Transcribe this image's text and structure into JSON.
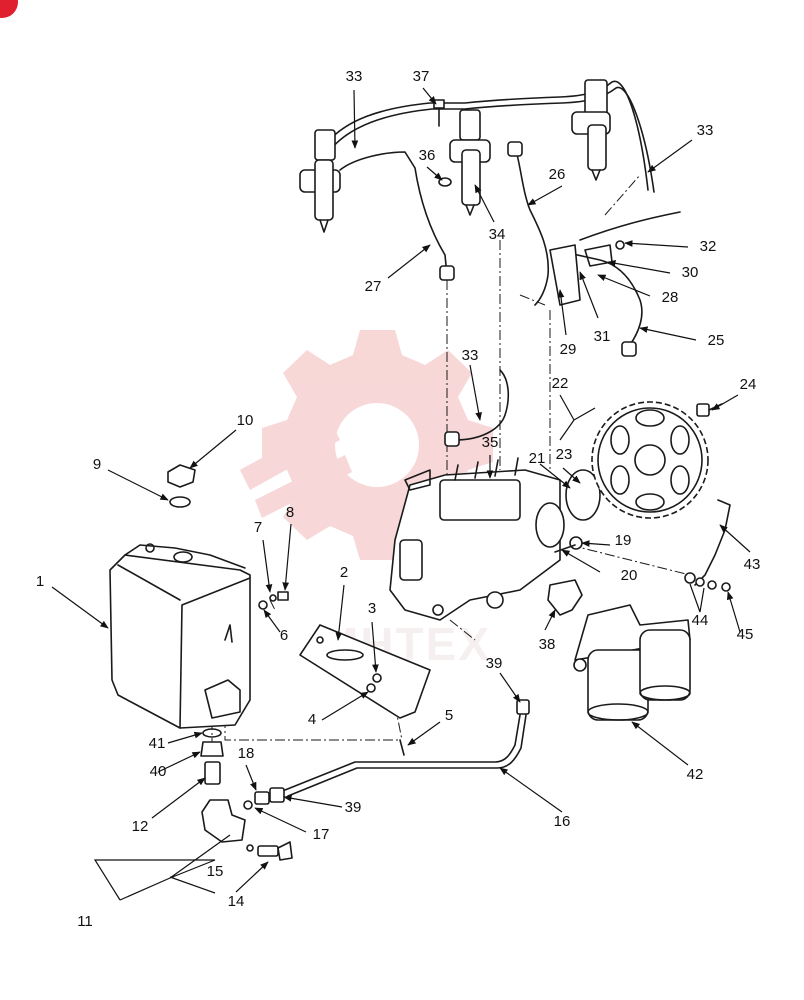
{
  "watermark": {
    "text": "MHTEX",
    "color": "#e84b4b"
  },
  "badge_color": "#e0202e",
  "callouts": [
    {
      "id": "c1",
      "label": "1"
    },
    {
      "id": "c2",
      "label": "2"
    },
    {
      "id": "c3",
      "label": "3"
    },
    {
      "id": "c4",
      "label": "4"
    },
    {
      "id": "c5",
      "label": "5"
    },
    {
      "id": "c6",
      "label": "6"
    },
    {
      "id": "c7",
      "label": "7"
    },
    {
      "id": "c8",
      "label": "8"
    },
    {
      "id": "c9",
      "label": "9"
    },
    {
      "id": "c10",
      "label": "10"
    },
    {
      "id": "c11",
      "label": "11"
    },
    {
      "id": "c12",
      "label": "12"
    },
    {
      "id": "c14",
      "label": "14"
    },
    {
      "id": "c15",
      "label": "15"
    },
    {
      "id": "c16",
      "label": "16"
    },
    {
      "id": "c17",
      "label": "17"
    },
    {
      "id": "c18",
      "label": "18"
    },
    {
      "id": "c19",
      "label": "19"
    },
    {
      "id": "c20",
      "label": "20"
    },
    {
      "id": "c21",
      "label": "21"
    },
    {
      "id": "c22",
      "label": "22"
    },
    {
      "id": "c23",
      "label": "23"
    },
    {
      "id": "c24",
      "label": "24"
    },
    {
      "id": "c25",
      "label": "25"
    },
    {
      "id": "c26",
      "label": "26"
    },
    {
      "id": "c27",
      "label": "27"
    },
    {
      "id": "c28",
      "label": "28"
    },
    {
      "id": "c29",
      "label": "29"
    },
    {
      "id": "c30",
      "label": "30"
    },
    {
      "id": "c31",
      "label": "31"
    },
    {
      "id": "c32",
      "label": "32"
    },
    {
      "id": "c33a",
      "label": "33"
    },
    {
      "id": "c33b",
      "label": "33"
    },
    {
      "id": "c33c",
      "label": "33"
    },
    {
      "id": "c34",
      "label": "34"
    },
    {
      "id": "c35",
      "label": "35"
    },
    {
      "id": "c36",
      "label": "36"
    },
    {
      "id": "c37",
      "label": "37"
    },
    {
      "id": "c38",
      "label": "38"
    },
    {
      "id": "c39a",
      "label": "39"
    },
    {
      "id": "c39b",
      "label": "39"
    },
    {
      "id": "c40",
      "label": "40"
    },
    {
      "id": "c41",
      "label": "41"
    },
    {
      "id": "c42",
      "label": "42"
    },
    {
      "id": "c43",
      "label": "43"
    },
    {
      "id": "c44",
      "label": "44"
    },
    {
      "id": "c45",
      "label": "45"
    }
  ]
}
